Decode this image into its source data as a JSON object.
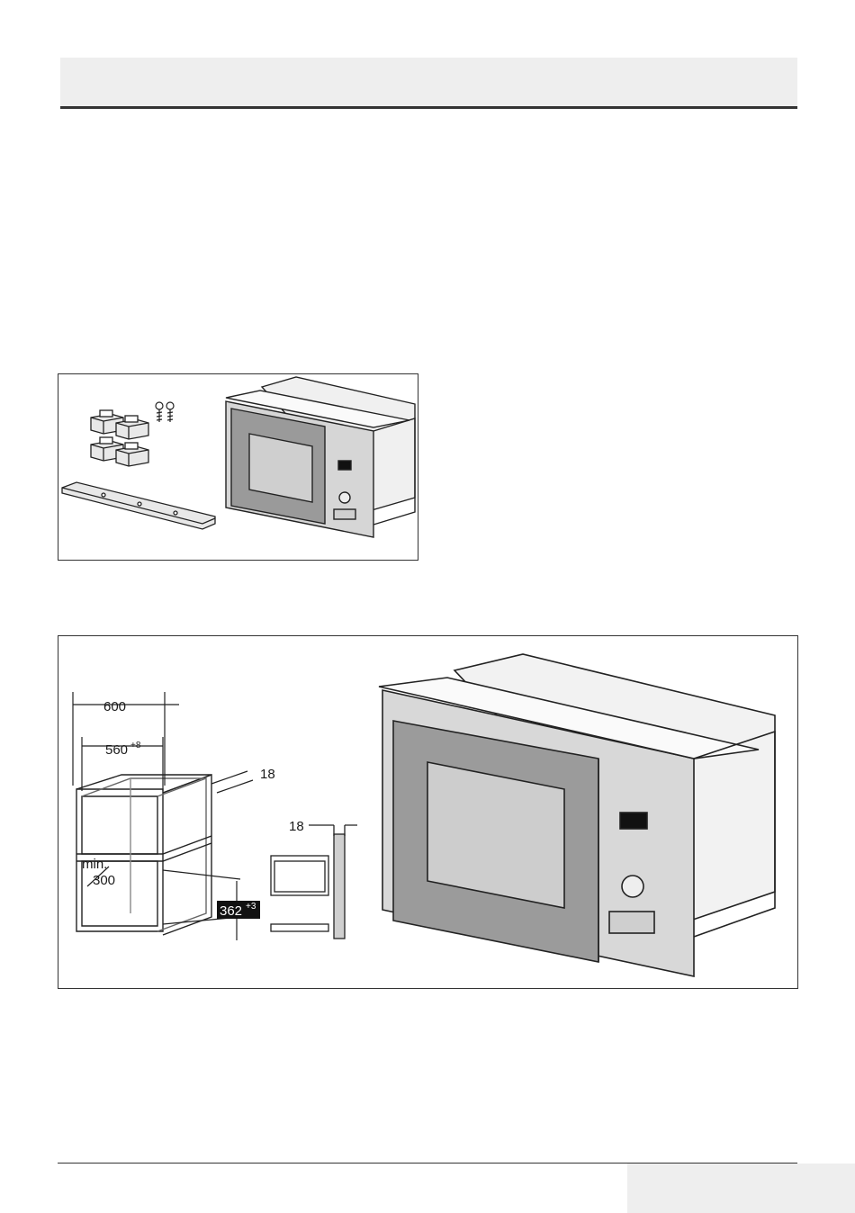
{
  "figure1": {
    "parts": [
      "feet",
      "screws",
      "mounting-rail",
      "microwave"
    ]
  },
  "figure2": {
    "dimensions": {
      "cabinet_width": "600",
      "niche_width": "560",
      "niche_width_tolerance": "+8",
      "panel_thickness": "18",
      "side_panel_thickness": "18",
      "min_label": "min.",
      "min_depth": "300",
      "niche_height": "362",
      "niche_height_tolerance": "+3"
    }
  }
}
